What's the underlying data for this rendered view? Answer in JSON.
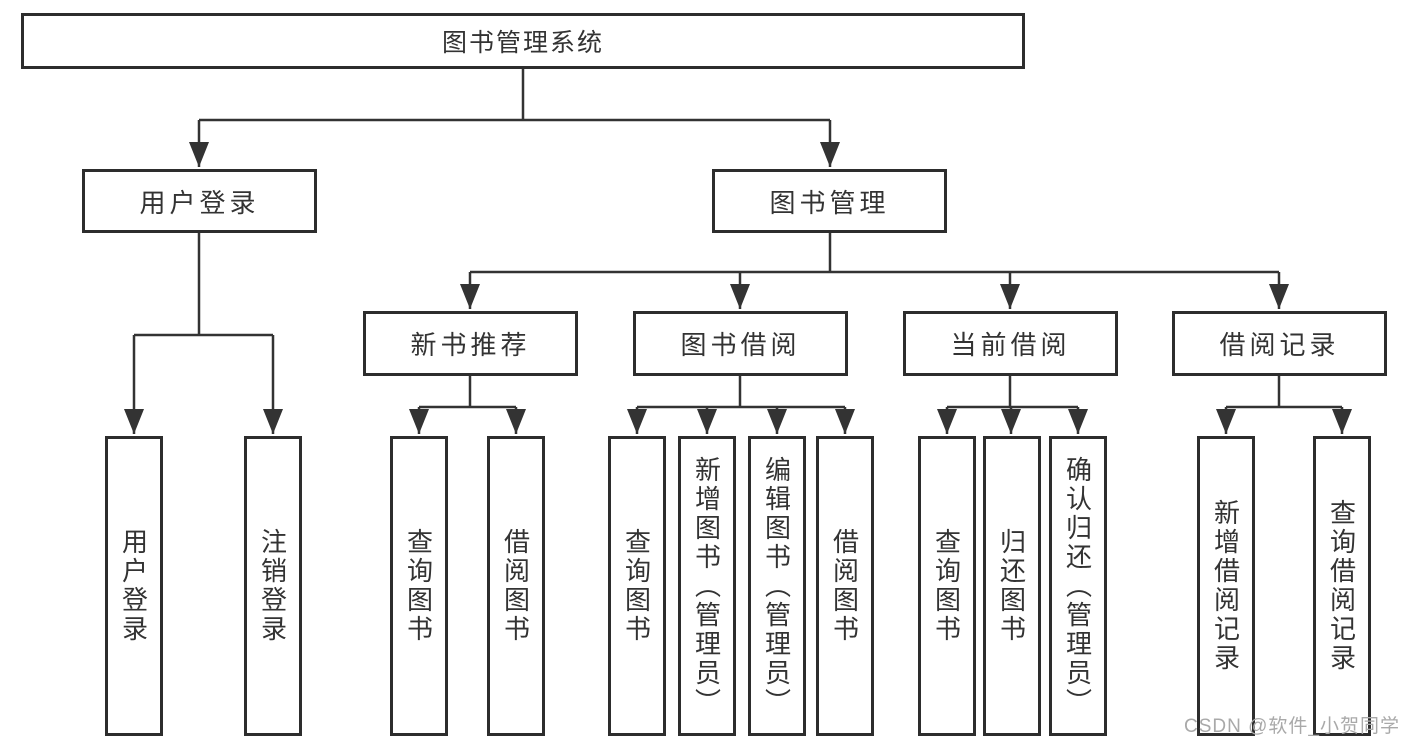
{
  "diagram": {
    "root": "图书管理系统",
    "level2": [
      "用户登录",
      "图书管理"
    ],
    "level3": [
      "新书推荐",
      "图书借阅",
      "当前借阅",
      "借阅记录"
    ],
    "leaves": {
      "user_login": [
        "用户登录",
        "注销登录"
      ],
      "new_book_recommend": [
        "查询图书",
        "借阅图书"
      ],
      "book_borrow": [
        "查询图书",
        "新增图书（管理员）",
        "编辑图书（管理员）",
        "借阅图书"
      ],
      "current_borrow": [
        "查询图书",
        "归还图书",
        "确认归还（管理员）"
      ],
      "borrow_record": [
        "新增借阅记录",
        "查询借阅记录"
      ]
    }
  },
  "watermark": "CSDN @软件_小贺同学",
  "colors": {
    "line": "#333333",
    "box_border": "#2d2d2d",
    "text": "#333333",
    "background": "#ffffff",
    "watermark": "#a9a9a9"
  }
}
